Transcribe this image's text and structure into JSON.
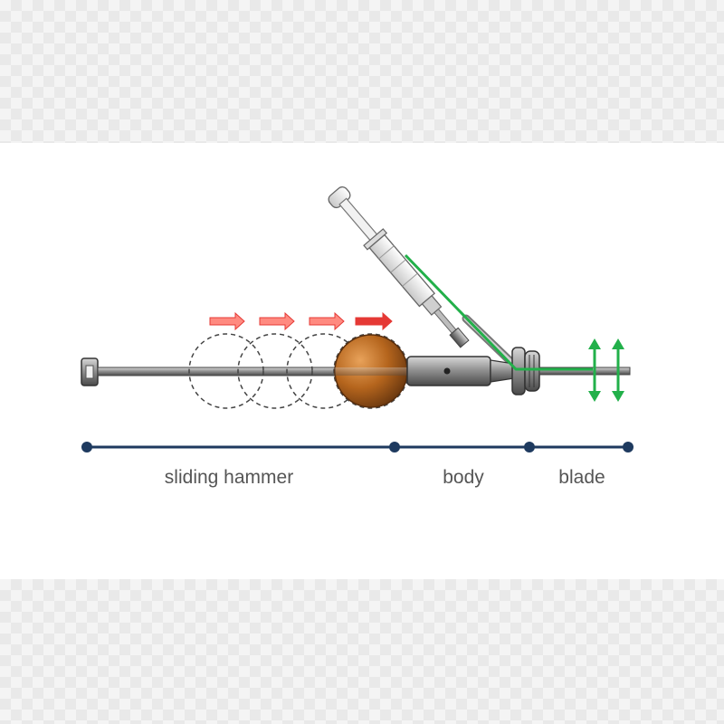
{
  "labels": {
    "sliding_hammer": "sliding hammer",
    "body": "body",
    "blade": "blade"
  },
  "colors": {
    "timeline": "#1e3a5f",
    "green_path": "#22b04a",
    "red_arrows": "#e53935",
    "hammer_ball": "#b5651d",
    "metal": "#8c8c8c"
  }
}
